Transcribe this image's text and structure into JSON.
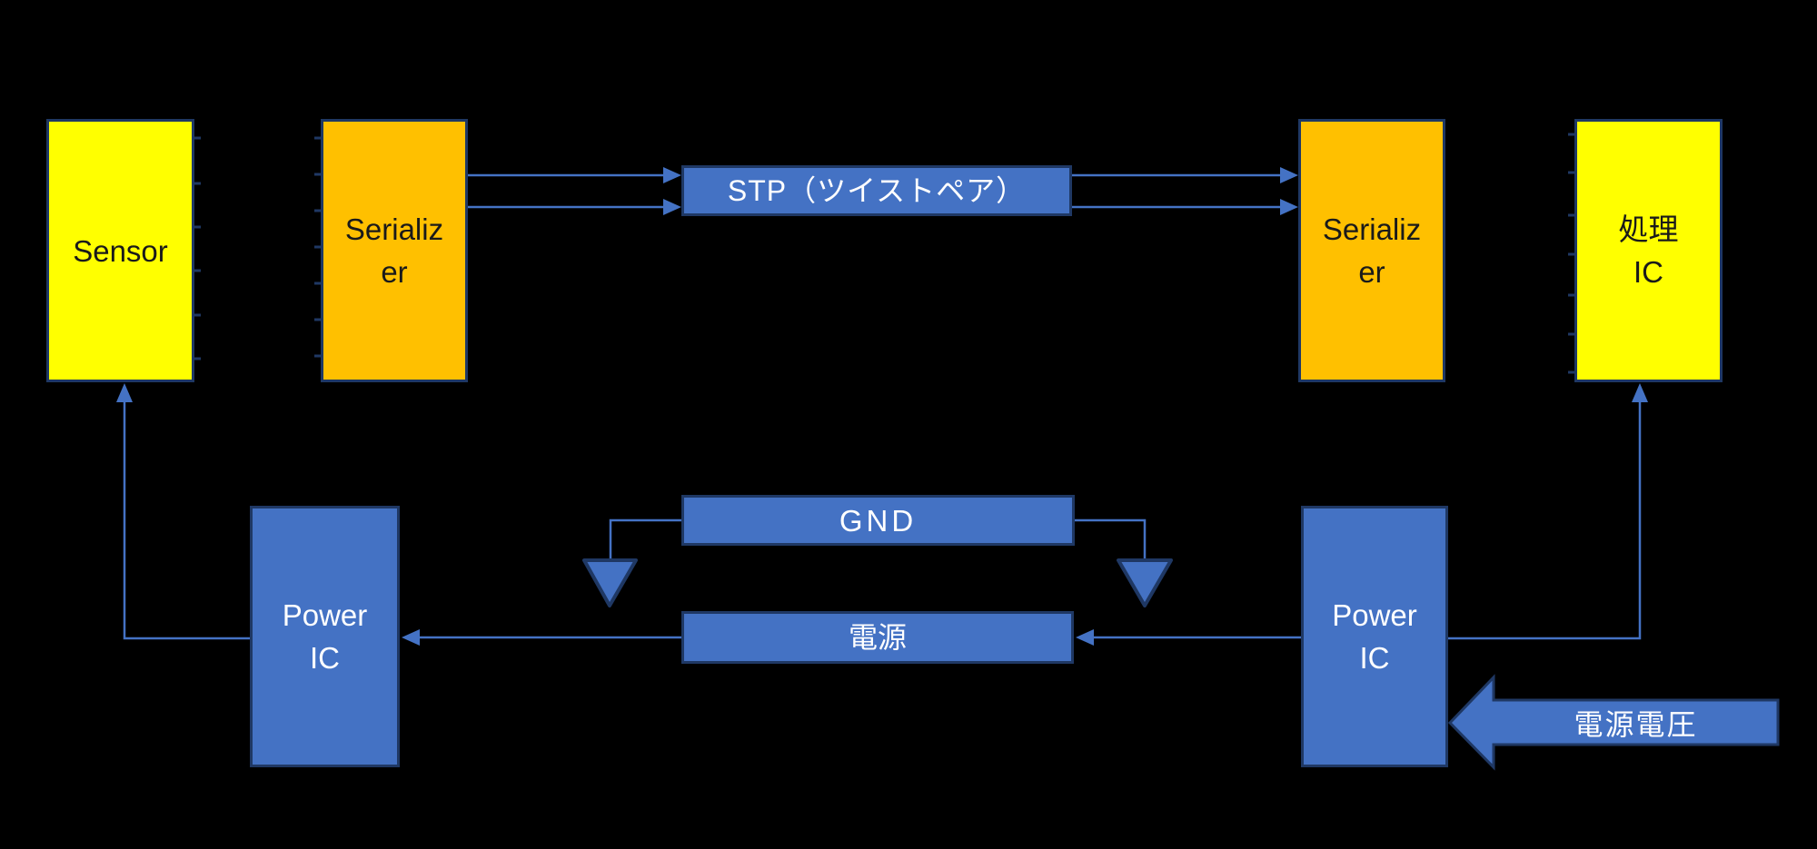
{
  "colors": {
    "background": "#000000",
    "accent_blue": "#4472C4",
    "line_blue": "#4472C4",
    "border_navy": "#1F3864",
    "box_yellow": "#FFFF00",
    "box_orange": "#FFC000",
    "text_on_dark": "#FFFFFF",
    "text_on_light": "#1A1A1A"
  },
  "blocks": {
    "sensor": {
      "line1": "Sensor"
    },
    "serializer_left": {
      "line1": "Serializ",
      "line2": "er"
    },
    "stp_cable": {
      "label": "STP（ツイストペア）"
    },
    "serializer_right": {
      "line1": "Serializ",
      "line2": "er"
    },
    "processing_ic": {
      "line1": "処理",
      "line2": "IC"
    },
    "power_ic_left": {
      "line1": "Power",
      "line2": "IC"
    },
    "gnd_bus": {
      "label": "GND"
    },
    "power_bus": {
      "label": "電源"
    },
    "power_ic_right": {
      "line1": "Power",
      "line2": "IC"
    },
    "supply_voltage_arrow": {
      "label": "電源電圧"
    }
  }
}
